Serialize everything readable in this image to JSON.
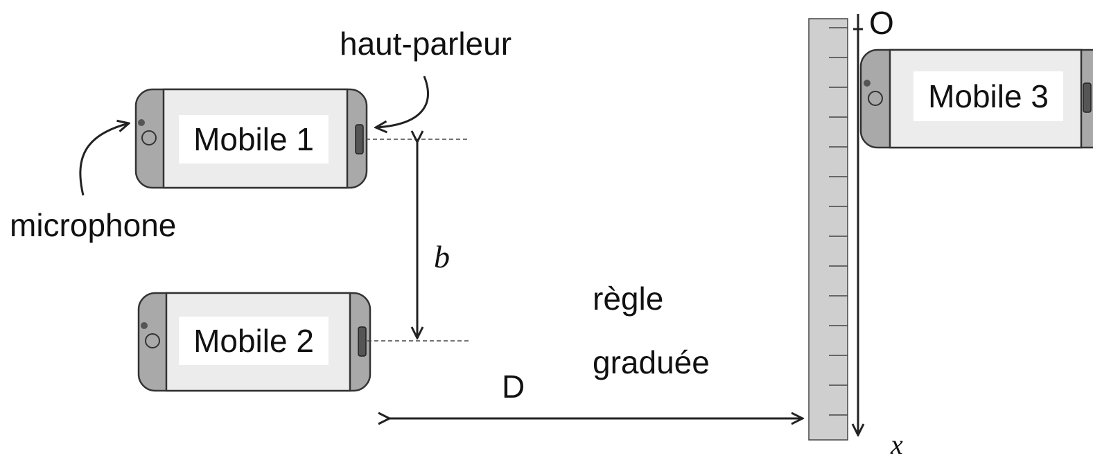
{
  "labels": {
    "speaker": "haut-parleur",
    "microphone": "microphone",
    "b": "b",
    "ruler_line1": "règle",
    "ruler_line2": "graduée",
    "D": "D",
    "origin": "O",
    "x_axis": "x"
  },
  "phones": {
    "mobile1": "Mobile 1",
    "mobile2": "Mobile 2",
    "mobile3": "Mobile 3"
  },
  "colors": {
    "phone_body": "#a9a9a9",
    "phone_screen": "#ececec",
    "ruler": "#cfcfcf",
    "line": "#222222"
  }
}
